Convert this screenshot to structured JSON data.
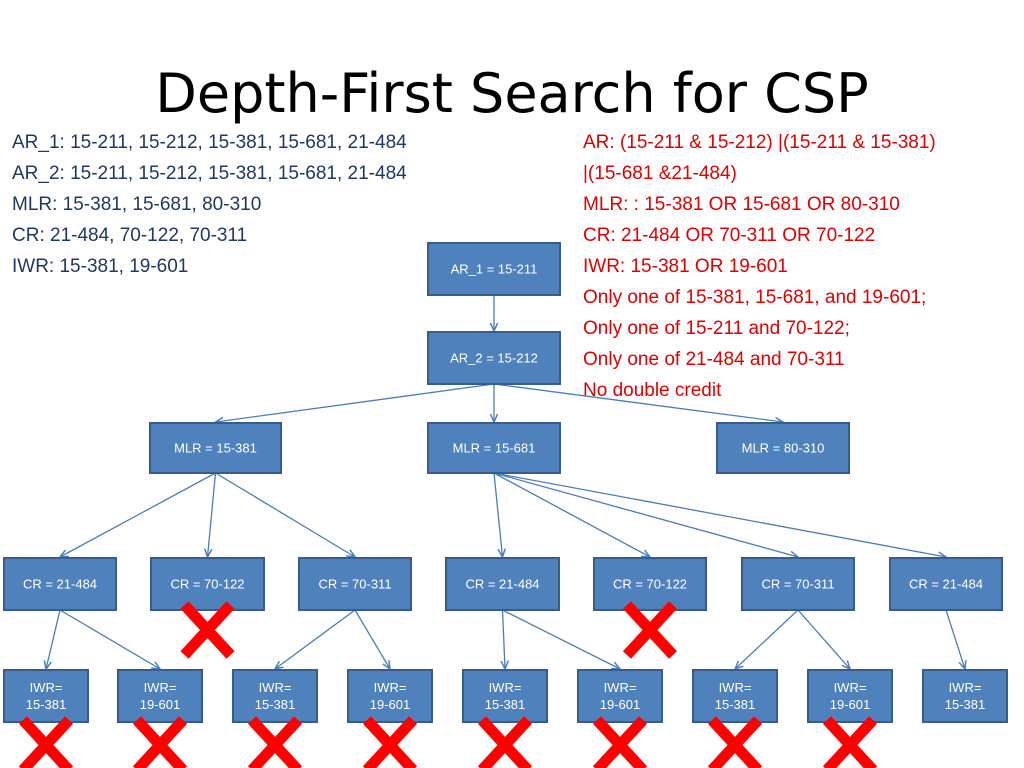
{
  "slide": {
    "title": "Depth-First Search for CSP"
  },
  "domains": [
    "AR_1: 15-211, 15-212, 15-381, 15-681, 21-484",
    "AR_2: 15-211, 15-212, 15-381, 15-681, 21-484",
    "MLR: 15-381, 15-681, 80-310",
    "CR: 21-484, 70-122, 70-311",
    "IWR: 15-381, 19-601"
  ],
  "constraints": [
    "AR: (15-211 & 15-212) |(15-211 & 15-381)",
    "|(15-681 &21-484)",
    "MLR: : 15-381 OR 15-681 OR 80-310",
    "CR:  21-484 OR 70-311 OR 70-122",
    "IWR: 15-381 OR 19-601",
    "Only one of 15-381, 15-681, and 19-601;",
    "Only one of 15-211 and 70-122;",
    "Only one of 21-484 and 70-311",
    "No double credit"
  ],
  "colors": {
    "domains_text": "#1f3864",
    "constraints_text": "#e00000",
    "node_fill": "#4f81bd",
    "pruned_mark": "#ff0000"
  },
  "tree": {
    "nodes": [
      {
        "id": "ar1",
        "lines": [
          "AR_1 = 15-211"
        ],
        "pruned": false
      },
      {
        "id": "ar2",
        "lines": [
          "AR_2 = 15-212"
        ],
        "pruned": false
      },
      {
        "id": "mlr1",
        "lines": [
          "MLR = 15-381"
        ],
        "pruned": false
      },
      {
        "id": "mlr2",
        "lines": [
          "MLR = 15-681"
        ],
        "pruned": false
      },
      {
        "id": "mlr3",
        "lines": [
          "MLR = 80-310"
        ],
        "pruned": false
      },
      {
        "id": "cr1",
        "lines": [
          "CR = 21-484"
        ],
        "pruned": false
      },
      {
        "id": "cr2",
        "lines": [
          "CR = 70-122"
        ],
        "pruned": true
      },
      {
        "id": "cr3",
        "lines": [
          "CR = 70-311"
        ],
        "pruned": false
      },
      {
        "id": "cr4",
        "lines": [
          "CR = 21-484"
        ],
        "pruned": false
      },
      {
        "id": "cr5",
        "lines": [
          "CR = 70-122"
        ],
        "pruned": true
      },
      {
        "id": "cr6",
        "lines": [
          "CR = 70-311"
        ],
        "pruned": false
      },
      {
        "id": "cr7",
        "lines": [
          "CR = 21-484"
        ],
        "pruned": false
      },
      {
        "id": "iwr1",
        "lines": [
          "IWR=",
          "15-381"
        ],
        "pruned": true
      },
      {
        "id": "iwr2",
        "lines": [
          "IWR=",
          "19-601"
        ],
        "pruned": true
      },
      {
        "id": "iwr3",
        "lines": [
          "IWR=",
          "15-381"
        ],
        "pruned": true
      },
      {
        "id": "iwr4",
        "lines": [
          "IWR=",
          "19-601"
        ],
        "pruned": true
      },
      {
        "id": "iwr5",
        "lines": [
          "IWR=",
          "15-381"
        ],
        "pruned": true
      },
      {
        "id": "iwr6",
        "lines": [
          "IWR=",
          "19-601"
        ],
        "pruned": true
      },
      {
        "id": "iwr7",
        "lines": [
          "IWR=",
          "15-381"
        ],
        "pruned": true
      },
      {
        "id": "iwr8",
        "lines": [
          "IWR=",
          "19-601"
        ],
        "pruned": true
      },
      {
        "id": "iwr9",
        "lines": [
          "IWR=",
          "15-381"
        ],
        "pruned": false
      }
    ],
    "edges": [
      [
        "ar1",
        "ar2"
      ],
      [
        "ar2",
        "mlr1"
      ],
      [
        "ar2",
        "mlr2"
      ],
      [
        "ar2",
        "mlr3"
      ],
      [
        "mlr1",
        "cr1"
      ],
      [
        "mlr1",
        "cr2"
      ],
      [
        "mlr1",
        "cr3"
      ],
      [
        "mlr2",
        "cr4"
      ],
      [
        "mlr2",
        "cr5"
      ],
      [
        "mlr2",
        "cr6"
      ],
      [
        "mlr2",
        "cr7"
      ],
      [
        "cr1",
        "iwr1"
      ],
      [
        "cr1",
        "iwr2"
      ],
      [
        "cr3",
        "iwr3"
      ],
      [
        "cr3",
        "iwr4"
      ],
      [
        "cr4",
        "iwr5"
      ],
      [
        "cr4",
        "iwr6"
      ],
      [
        "cr6",
        "iwr7"
      ],
      [
        "cr6",
        "iwr8"
      ],
      [
        "cr7",
        "iwr9"
      ]
    ]
  }
}
